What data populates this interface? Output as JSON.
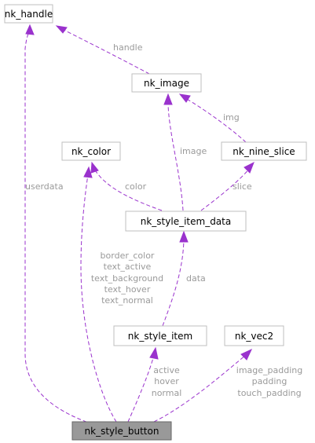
{
  "nodes": {
    "nk_handle": "nk_handle",
    "nk_image": "nk_image",
    "nk_color": "nk_color",
    "nk_nine_slice": "nk_nine_slice",
    "nk_style_item_data": "nk_style_item_data",
    "nk_style_item": "nk_style_item",
    "nk_vec2": "nk_vec2",
    "nk_style_button": "nk_style_button"
  },
  "edges": {
    "handle": [
      "handle"
    ],
    "userdata": [
      "userdata"
    ],
    "image": [
      "image"
    ],
    "img": [
      "img"
    ],
    "color": [
      "color"
    ],
    "slice": [
      "slice"
    ],
    "color_fields": [
      "border_color",
      "text_active",
      "text_background",
      "text_hover",
      "text_normal"
    ],
    "data": [
      "data"
    ],
    "item_states": [
      "active",
      "hover",
      "normal"
    ],
    "vec_fields": [
      "image_padding",
      "padding",
      "touch_padding"
    ]
  },
  "colors": {
    "edge": "#9a32cd",
    "label": "#9a9a9a",
    "node_border": "#bfbfbf",
    "root_fill": "#999999"
  }
}
